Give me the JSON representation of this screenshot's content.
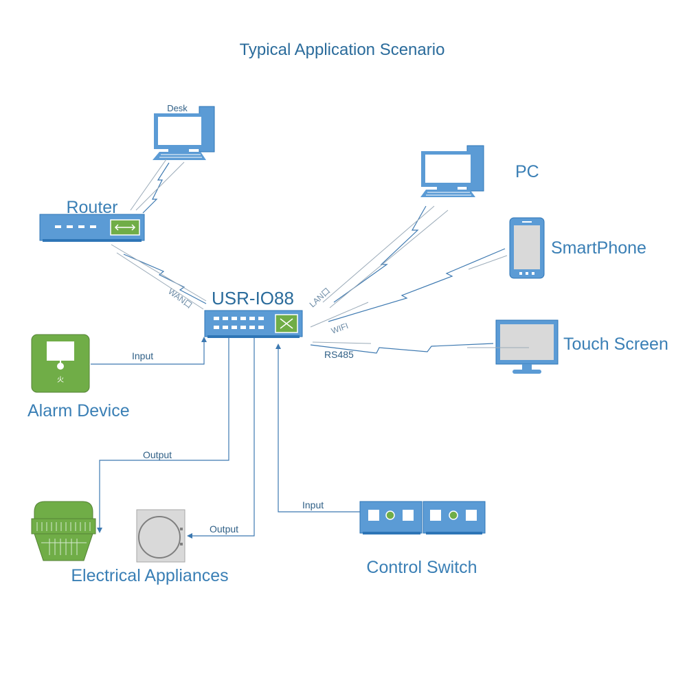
{
  "title": "Typical Application Scenario",
  "hub": {
    "name": "USR-IO88"
  },
  "devices": {
    "desk": "Desk",
    "router": "Router",
    "pc": "PC",
    "smartphone": "SmartPhone",
    "touch_screen": "Touch Screen",
    "alarm_device": "Alarm Device",
    "alarm_glyph": "火",
    "electrical_appliances": "Electrical Appliances",
    "control_switch": "Control Switch"
  },
  "links": {
    "wan": "WAN口",
    "lan": "LAN口",
    "wifi": "WIFI",
    "rs485": "RS485",
    "alarm_input": "Input",
    "output_lamp": "Output",
    "output_appliance": "Output",
    "switch_input": "Input"
  },
  "colors": {
    "device_blue": "#5b9bd5",
    "device_dark": "#2e75b6",
    "title_blue": "#2a6b9b",
    "alarm_green": "#70ad47",
    "appliance_gray": "#d9d9d9"
  }
}
